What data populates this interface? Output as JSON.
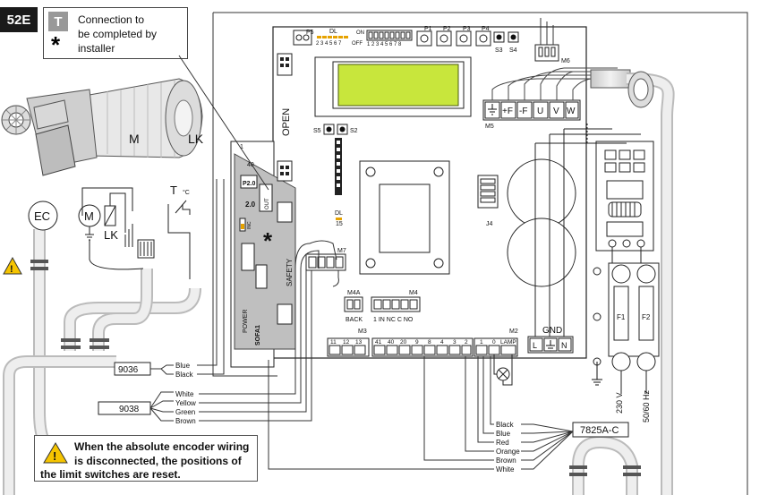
{
  "figure_id": "52E",
  "legend": {
    "t_symbol": "T",
    "star_symbol": "*",
    "text_line1": "Connection to",
    "text_line2": "be completed by",
    "text_line3": "installer"
  },
  "board": {
    "open_label": "OPEN",
    "dl_label": "DL",
    "dl_numbers": "2 3 4 5 6 7",
    "on_label": "ON",
    "off_label": "OFF",
    "dip_numbers": "1 2 3 4 5 6 7 8",
    "p5": "P5",
    "p1": "P1",
    "p2": "P2",
    "p3": "P3",
    "p4": "P4",
    "s3": "S3",
    "s4": "S4",
    "s5": "S5",
    "s2": "S2",
    "m6": "M6",
    "m5": "M5",
    "m7": "M7",
    "j4": "J4",
    "dl15_a": "DL",
    "dl15_b": "15",
    "m4a": "M4A",
    "m4": "M4",
    "back": "BACK",
    "m4_terms": "1  IN  NC  C  NO",
    "m3": "M3",
    "m2": "M2",
    "m3_terms": [
      "11",
      "12",
      "13",
      "41",
      "40",
      "20",
      "9",
      "8",
      "4",
      "3",
      "2",
      "1",
      "1",
      "0",
      "LAMP"
    ],
    "m5_terms": [
      "+F",
      "-F",
      "U",
      "V",
      "W"
    ],
    "gnd": "GND",
    "l": "L",
    "n": "N",
    "f1": "F1",
    "f2": "F2",
    "v230": "230 V",
    "hz": "50/60 Hz",
    "module_1": "1",
    "module_40": "40",
    "module_p20": "P2.0",
    "module_20": "2.0",
    "module_out": "OUT",
    "module_inc": "INC",
    "module_safety": "SAFETY",
    "module_power": "POWER",
    "module_sofa": "SOFA1",
    "star_marker": "*"
  },
  "motor": {
    "m": "M",
    "lk": "LK",
    "ec": "EC",
    "m_circle": "M",
    "lk2": "LK",
    "temp": "T",
    "temp_unit": "°C"
  },
  "cables": {
    "c9036": "9036",
    "c9036_wires": [
      "Blue",
      "Black"
    ],
    "c9038": "9038",
    "c9038_wires": [
      "White",
      "Yellow",
      "Green",
      "Brown"
    ],
    "c7825": "7825A-C",
    "c7825_wires": [
      "Black",
      "Blue",
      "Red",
      "Orange",
      "Brown",
      "White"
    ]
  },
  "warning": {
    "line1": "When the absolute encoder wiring",
    "line2": "is disconnected, the positions of",
    "line3": "the limit switches are reset."
  }
}
